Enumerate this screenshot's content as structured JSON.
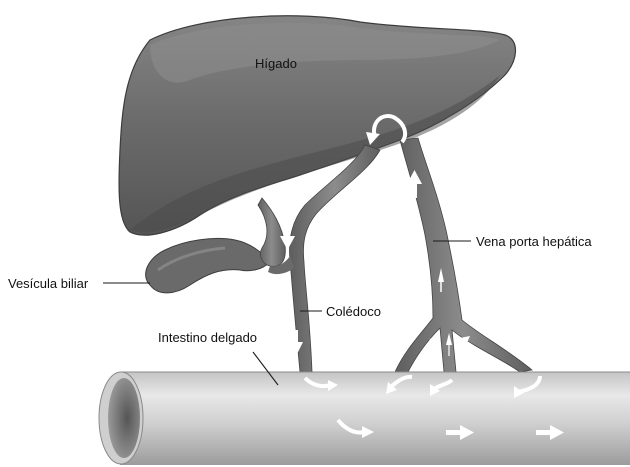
{
  "labels": {
    "liver": "Hígado",
    "gallbladder": "Vesícula biliar",
    "bile_duct": "Colédoco",
    "small_intestine": "Intestino delgado",
    "portal_vein": "Vena porta hepática"
  },
  "colors": {
    "liver_fill": "#6e6e6e",
    "liver_shade": "#505050",
    "liver_highlight": "#8a8a8a",
    "vessel_fill": "#7a7a7a",
    "intestine_fill": "#d6d6d6",
    "intestine_dark": "#a8a8a8",
    "arrow_fill": "#ffffff",
    "leader_line": "#1a1a1a"
  }
}
